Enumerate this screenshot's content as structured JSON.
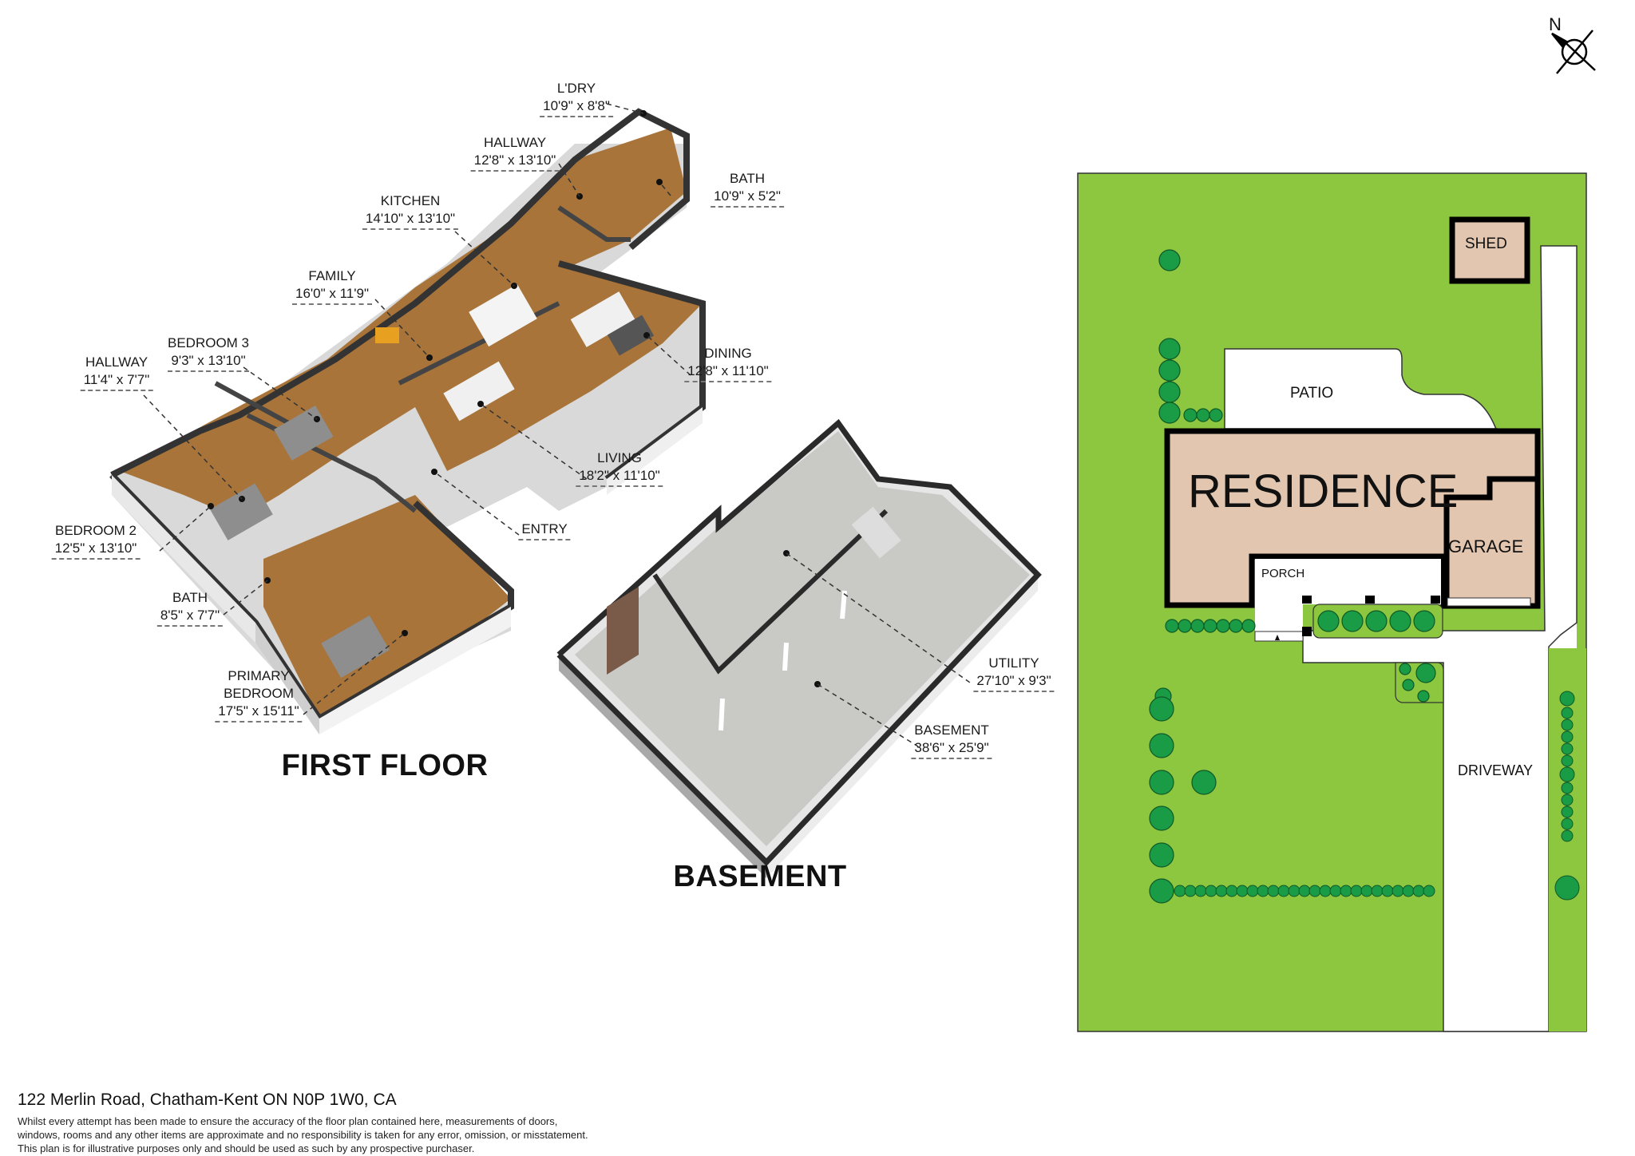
{
  "first_floor": {
    "title": "FIRST FLOOR",
    "rooms": [
      {
        "name": "L'DRY",
        "dims": "10'9\" x 8'8\""
      },
      {
        "name": "HALLWAY",
        "dims": "12'8\" x 13'10\""
      },
      {
        "name": "BATH",
        "dims": "10'9\" x 5'2\""
      },
      {
        "name": "KITCHEN",
        "dims": "14'10\" x 13'10\""
      },
      {
        "name": "FAMILY",
        "dims": "16'0\" x 11'9\""
      },
      {
        "name": "BEDROOM 3",
        "dims": "9'3\" x 13'10\""
      },
      {
        "name": "HALLWAY",
        "dims": "11'4\" x 7'7\""
      },
      {
        "name": "DINING",
        "dims": "12'8\" x 11'10\""
      },
      {
        "name": "LIVING",
        "dims": "18'2\" x 11'10\""
      },
      {
        "name": "ENTRY",
        "dims": ""
      },
      {
        "name": "BEDROOM 2",
        "dims": "12'5\" x 13'10\""
      },
      {
        "name": "BATH",
        "dims": "8'5\" x 7'7\""
      },
      {
        "name": "PRIMARY BEDROOM",
        "name_line1": "PRIMARY",
        "name_line2": "BEDROOM",
        "dims": "17'5\" x 15'11\""
      }
    ]
  },
  "basement": {
    "title": "BASEMENT",
    "rooms": [
      {
        "name": "UTILITY",
        "dims": "27'10\" x 9'3\""
      },
      {
        "name": "BASEMENT",
        "dims": "38'6\" x 25'9\""
      }
    ]
  },
  "site_plan": {
    "compass_label": "N",
    "labels": {
      "shed": "SHED",
      "patio": "PATIO",
      "residence": "RESIDENCE",
      "garage": "GARAGE",
      "porch": "PORCH",
      "driveway": "DRIVEWAY"
    },
    "colors": {
      "lawn": "#8dc63f",
      "building": "#e2c6b0",
      "tree": "#1a9b45",
      "paving": "#ffffff",
      "outline": "#000000"
    }
  },
  "footer": {
    "address": "122 Merlin Road, Chatham-Kent ON N0P 1W0, CA",
    "disclaimer": [
      "Whilst every attempt has been made to ensure the accuracy of the floor plan contained here, measurements of doors,",
      "windows, rooms and any other items are approximate and no responsibility is taken for any error, omission, or misstatement.",
      "This plan is for illustrative purposes only and should be used as such by any prospective purchaser."
    ]
  }
}
